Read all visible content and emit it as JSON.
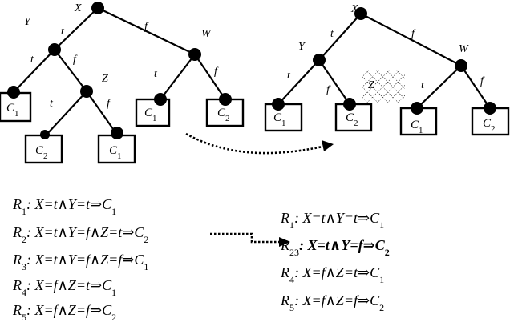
{
  "left_tree": {
    "nodes": {
      "x": "X",
      "y": "Y",
      "z": "Z",
      "w": "W"
    },
    "edges": {
      "x_y": "t",
      "x_w": "f",
      "y_left": "t",
      "y_z": "f",
      "z_left": "t",
      "z_right": "f",
      "w_left": "t",
      "w_right": "f"
    },
    "leaves": [
      "C1",
      "C2",
      "C1",
      "C1",
      "C2"
    ]
  },
  "right_tree": {
    "nodes": {
      "x": "X",
      "y": "Y",
      "z": "Z",
      "w": "W"
    },
    "edges": {
      "x_y": "t",
      "x_w": "f",
      "y_left": "t",
      "y_right": "f",
      "w_left": "t",
      "w_right": "f"
    },
    "leaves": [
      "C1",
      "C2",
      "C1",
      "C2"
    ]
  },
  "rules_left": [
    {
      "id": "R1",
      "cond": ": X=t∧Y=t⇒",
      "cls": "C1"
    },
    {
      "id": "R2",
      "cond": ": X=t∧Y=f∧Z=t⇒",
      "cls": "C2"
    },
    {
      "id": "R3",
      "cond": ": X=t∧Y=f∧Z=f⇒",
      "cls": "C1"
    },
    {
      "id": "R4",
      "cond": ": X=f∧Z=t⇒",
      "cls": "C1"
    },
    {
      "id": "R5",
      "cond": ": X=f∧Z=f⇒",
      "cls": "C2"
    }
  ],
  "rules_right": [
    {
      "id": "R1",
      "cond": ": X=t∧Y=t⇒",
      "cls": "C1"
    },
    {
      "id": "R23",
      "cond": ": X=t∧Y=f⇒",
      "cls": "C2"
    },
    {
      "id": "R4",
      "cond": ": X=f∧Z=t⇒",
      "cls": "C1"
    },
    {
      "id": "R5",
      "cond": ": X=f∧Z=f⇒",
      "cls": "C2"
    }
  ]
}
